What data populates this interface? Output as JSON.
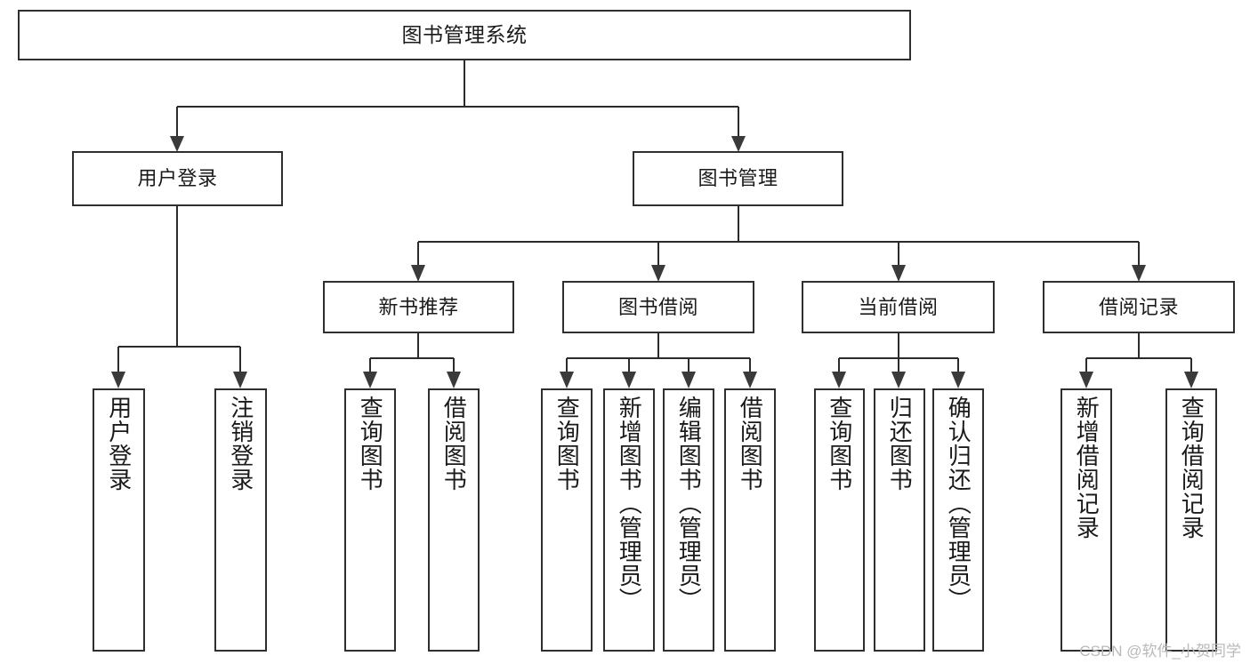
{
  "diagram": {
    "title": "图书管理系统",
    "type": "hierarchy-tree",
    "watermark": "CSDN @软件_小贺同学",
    "colors": {
      "box_border": "#2f2f2f",
      "connector": "#2b2b2b",
      "background": "#ffffff",
      "text": "#1a1a1a",
      "watermark": "#b9b9b9"
    }
  },
  "nodes": {
    "root": {
      "label": "图书管理系统"
    },
    "level2": [
      {
        "label": "用户登录"
      },
      {
        "label": "图书管理"
      }
    ],
    "level3": [
      {
        "label": "新书推荐"
      },
      {
        "label": "图书借阅"
      },
      {
        "label": "当前借阅"
      },
      {
        "label": "借阅记录"
      }
    ],
    "leaves": {
      "user_login": [
        {
          "label": "用户登录"
        },
        {
          "label": "注销登录"
        }
      ],
      "new_book": [
        {
          "label": "查询图书"
        },
        {
          "label": "借阅图书"
        }
      ],
      "book_borrow": [
        {
          "label": "查询图书"
        },
        {
          "label": "新增图书（管理员）"
        },
        {
          "label": "编辑图书（管理员）"
        },
        {
          "label": "借阅图书"
        }
      ],
      "current_borrow": [
        {
          "label": "查询图书"
        },
        {
          "label": "归还图书"
        },
        {
          "label": "确认归还（管理员）"
        }
      ],
      "borrow_record": [
        {
          "label": "新增借阅记录"
        },
        {
          "label": "查询借阅记录"
        }
      ]
    }
  }
}
